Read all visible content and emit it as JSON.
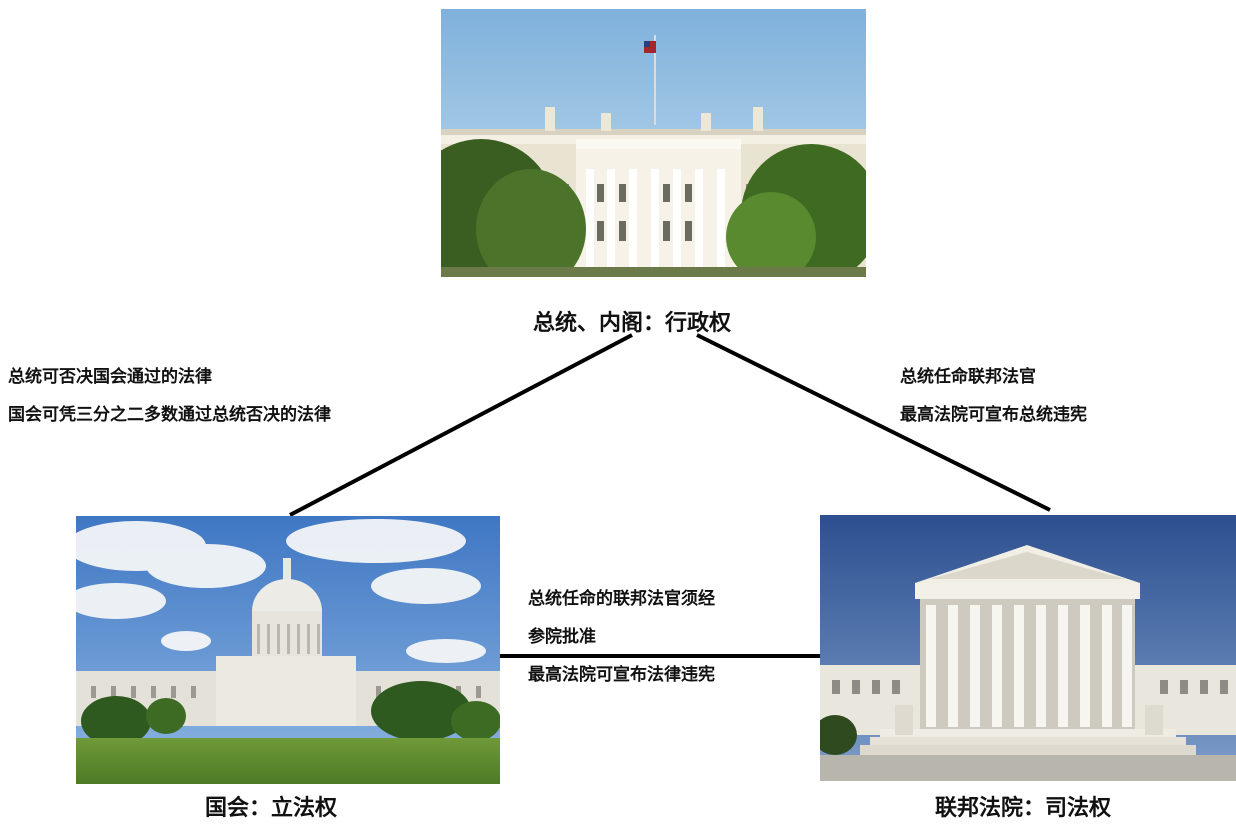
{
  "nodes": {
    "executive": {
      "label": "总统、内阁：行政权"
    },
    "legislative": {
      "label": "国会：立法权"
    },
    "judicial": {
      "label": "联邦法院：司法权"
    }
  },
  "relations": {
    "exec_legis": [
      "总统可否决国会通过的法律",
      "国会可凭三分之二多数通过总统否决的法律"
    ],
    "exec_judicial": [
      "总统任命联邦法官",
      "最高法院可宣布总统违宪"
    ],
    "legis_judicial": [
      "总统任命的联邦法官须经",
      "参院批准",
      "最高法院可宣布法律违宪"
    ]
  },
  "colors": {
    "line": "#000000",
    "text": "#111111"
  }
}
